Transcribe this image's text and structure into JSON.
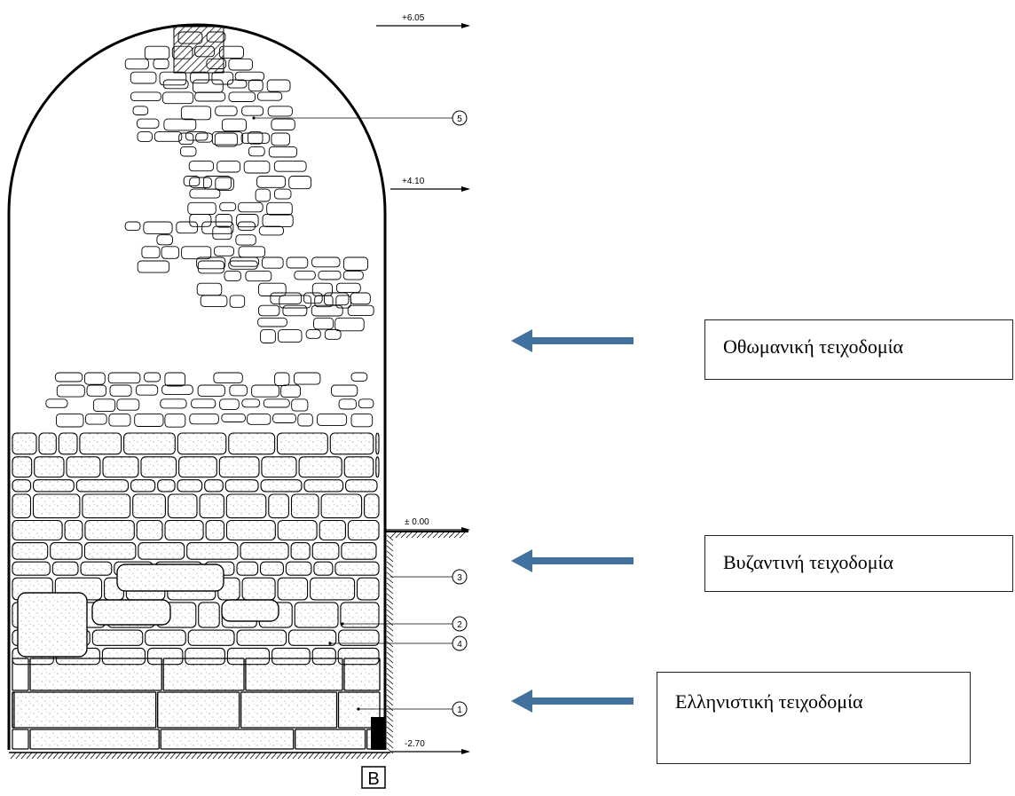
{
  "levels": {
    "top": "+6.05",
    "mid": "+4.10",
    "ground": "± 0.00",
    "base": "-2.70"
  },
  "markers": [
    "5",
    "3",
    "2",
    "4",
    "1"
  ],
  "section_label": "B",
  "annotations": [
    {
      "id": "ottoman",
      "text": "Οθωμανική τειχοδομία",
      "arrow_color": "#41719c"
    },
    {
      "id": "byzantine",
      "text": "Βυζαντινή τειχοδομία",
      "arrow_color": "#41719c"
    },
    {
      "id": "hellenist",
      "text": "Ελληνιστική τειχοδομία",
      "arrow_color": "#41719c"
    }
  ]
}
